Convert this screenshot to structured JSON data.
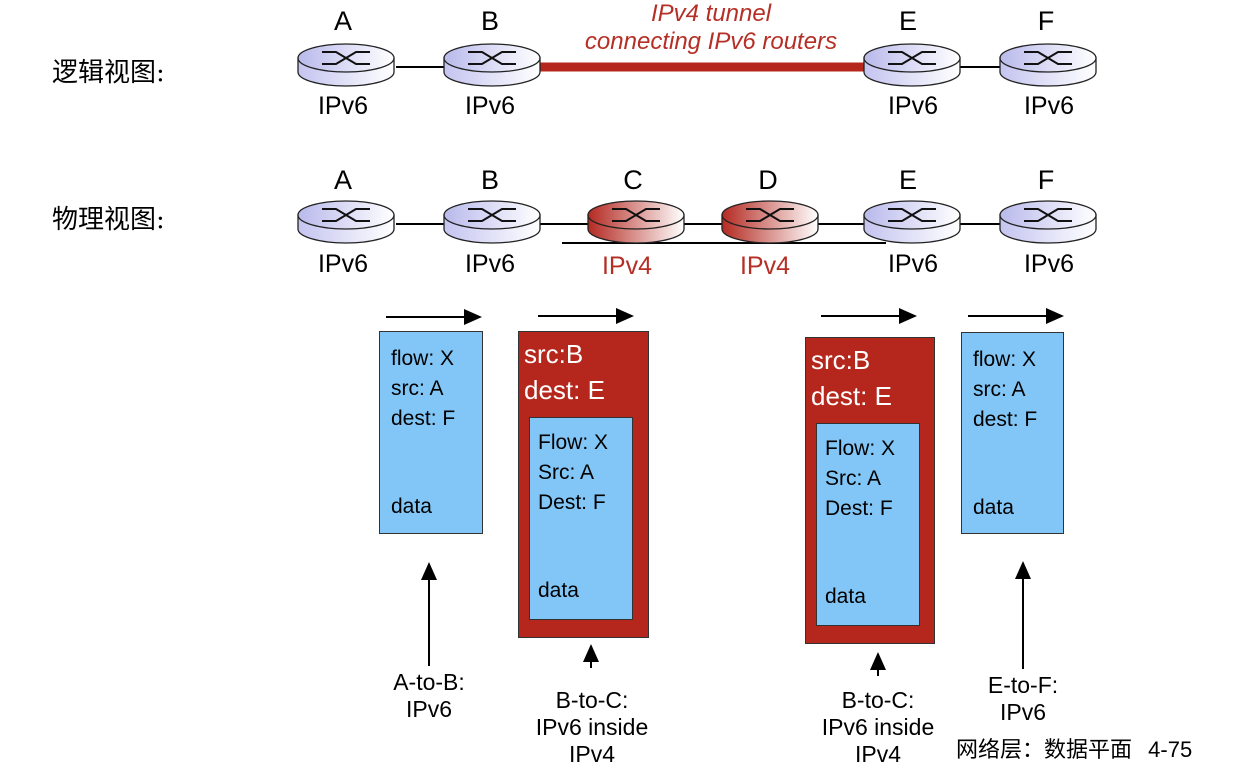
{
  "views": {
    "logical": {
      "label": "逻辑视图:",
      "nodes": [
        {
          "letter": "A",
          "protocol": "IPv6"
        },
        {
          "letter": "B",
          "protocol": "IPv6"
        },
        {
          "letter": "E",
          "protocol": "IPv6"
        },
        {
          "letter": "F",
          "protocol": "IPv6"
        }
      ],
      "tunnel_label": [
        "IPv4 tunnel",
        "connecting IPv6 routers"
      ]
    },
    "physical": {
      "label": "物理视图:",
      "nodes": [
        {
          "letter": "A",
          "protocol": "IPv6"
        },
        {
          "letter": "B",
          "protocol": "IPv6"
        },
        {
          "letter": "C",
          "protocol": "IPv4"
        },
        {
          "letter": "D",
          "protocol": "IPv4"
        },
        {
          "letter": "E",
          "protocol": "IPv6"
        },
        {
          "letter": "F",
          "protocol": "IPv6"
        }
      ]
    }
  },
  "packets": [
    {
      "type": "ipv6",
      "lines": [
        "flow: X",
        "src: A",
        "dest: F",
        "data"
      ],
      "caption": [
        "A-to-B:",
        "IPv6"
      ]
    },
    {
      "type": "ipv4-encap",
      "outer": [
        "src:B",
        "dest: E"
      ],
      "lines": [
        "Flow: X",
        "Src: A",
        "Dest: F",
        "data"
      ],
      "caption": [
        "B-to-C:",
        "IPv6 inside",
        "IPv4"
      ]
    },
    {
      "type": "ipv4-encap",
      "outer": [
        "src:B",
        "dest: E"
      ],
      "lines": [
        "Flow: X",
        "Src: A",
        "Dest: F",
        "data"
      ],
      "caption": [
        "B-to-C:",
        "IPv6 inside",
        "IPv4"
      ]
    },
    {
      "type": "ipv6",
      "lines": [
        "flow: X",
        "src: A",
        "dest: F",
        "data"
      ],
      "caption": [
        "E-to-F:",
        "IPv6"
      ]
    }
  ],
  "footer": {
    "title": "网络层：数据平面",
    "page": "4-75"
  },
  "colors": {
    "ipv4_red": "#b5271d",
    "ipv6_blue": "#81c6f6",
    "router_ipv6": "#c8c8f0",
    "router_ipv4": "#b8342c"
  }
}
